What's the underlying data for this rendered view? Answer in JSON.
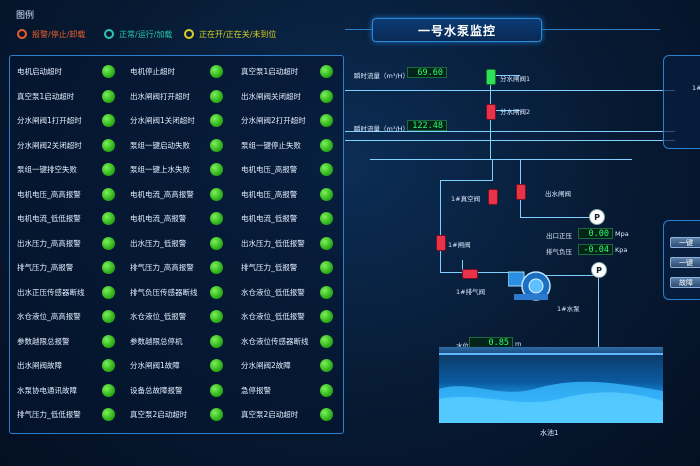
{
  "legend": {
    "title": "图例",
    "items": [
      {
        "label": "报警/停止/卸载",
        "color": "#e8602a"
      },
      {
        "label": "正常/运行/加载",
        "color": "#27c7b0"
      },
      {
        "label": "正在开/正在关/未到位",
        "color": "#d8d020"
      }
    ]
  },
  "header": {
    "title": "一号水泵监控"
  },
  "alarms": {
    "columns": [
      [
        "电机启动超时",
        "真空泵1启动超时",
        "分水闸阀1打开超时",
        "分水闸阀2关闭超时",
        "泵组一键排空失败",
        "电机电压_高高报警",
        "电机电流_低低报警",
        "出水压力_高高报警",
        "排气压力_高报警",
        "出水正压传感器断线",
        "水仓液位_高高报警",
        "参数越限总报警",
        "出水闸阀故障",
        "水泵协电通讯故障",
        "排气压力_低低报警"
      ],
      [
        "电机停止超时",
        "出水闸阀打开超时",
        "分水闸阀1关闭超时",
        "泵组一键启动失败",
        "泵组一键上水失败",
        "电机电流_高高报警",
        "电机电流_高报警",
        "出水压力_低报警",
        "排气压力_高高报警",
        "排气负压传感器断线",
        "水仓液位_低报警",
        "参数越限总停机",
        "分水闸阀1故障",
        "设备总故障报警",
        "真空泵2启动超时"
      ],
      [
        "真空泵1启动超时",
        "出水闸阀关闭超时",
        "分水闸阀2打开超时",
        "泵组一键停止失败",
        "电机电压_高报警",
        "电机电压_高报警",
        "电机电流_低报警",
        "出水压力_低低报警",
        "排气压力_低报警",
        "水仓液位_低低报警",
        "水仓液位_低低报警",
        "水仓液位传感器断线",
        "分水闸阀2故障",
        "急停报警",
        "真空泵2启动超时"
      ]
    ]
  },
  "process": {
    "flow1_label": "瞬时流量（m³/H）",
    "flow1_value": "69.60",
    "flow2_label": "瞬时流量（m³/H）",
    "flow2_value": "122.48",
    "valve_split1": "分水闸阀1",
    "valve_split2": "分水闸阀2",
    "valve_outlet": "出水闸阀",
    "valve_vacuum": "1#真空阀",
    "valve_gate": "1#闸阀",
    "valve_exhaust": "1#排气阀",
    "pump_label": "1#水泵",
    "outlet_pressure_label": "出口正压",
    "outlet_pressure_value": "0.00",
    "outlet_pressure_unit": "Mpa",
    "exhaust_label": "排气负压",
    "exhaust_value": "-0.04",
    "exhaust_unit": "Kpa",
    "gauge_symbol": "P",
    "level_label": "水位",
    "level_value": "0.85",
    "level_unit": "m",
    "pool_label": "水池1"
  },
  "side": {
    "panel_label": "1#",
    "buttons": [
      "一键",
      "一键",
      "故障"
    ]
  }
}
